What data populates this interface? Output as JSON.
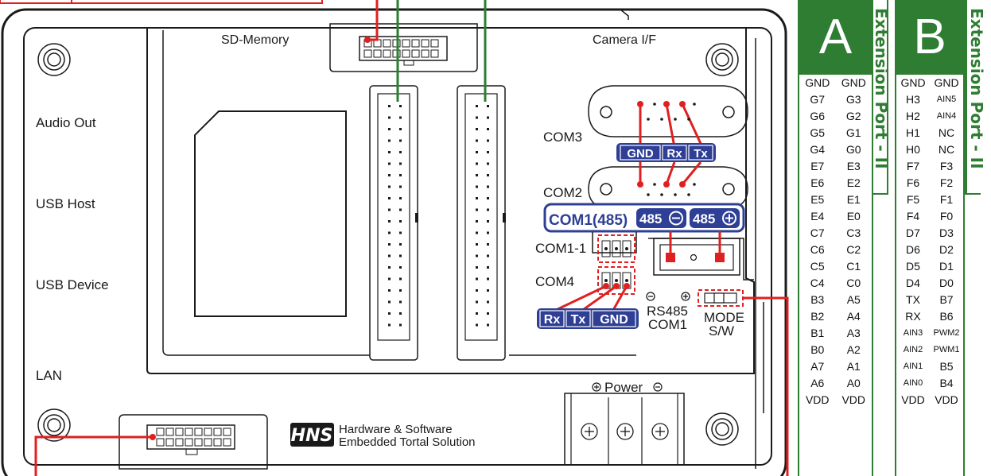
{
  "board": {
    "sd_memory": "SD-Memory",
    "camera_if": "Camera I/F",
    "audio_out": "Audio Out",
    "usb_host": "USB Host",
    "usb_device": "USB Device",
    "lan": "LAN",
    "com3": "COM3",
    "com2": "COM2",
    "com1_1": "COM1-1",
    "com4": "COM4",
    "com1_485": "COM1(485)",
    "pin_485_minus": "485",
    "pin_485_plus": "485",
    "gnd": "GND",
    "rx": "Rx",
    "tx": "Tx",
    "rs485": "RS485",
    "com1": "COM1",
    "mode": "MODE",
    "sw": "S/W",
    "power": "Power",
    "brand_logo": "HNS",
    "brand_line1": "Hardware & Software",
    "brand_line2": "Embedded Tortal Solution"
  },
  "ports": [
    {
      "letter": "A",
      "title": "Extension Port - II",
      "rows": [
        [
          "GND",
          "GND"
        ],
        [
          "G7",
          "G3"
        ],
        [
          "G6",
          "G2"
        ],
        [
          "G5",
          "G1"
        ],
        [
          "G4",
          "G0"
        ],
        [
          "E7",
          "E3"
        ],
        [
          "E6",
          "E2"
        ],
        [
          "E5",
          "E1"
        ],
        [
          "E4",
          "E0"
        ],
        [
          "C7",
          "C3"
        ],
        [
          "C6",
          "C2"
        ],
        [
          "C5",
          "C1"
        ],
        [
          "C4",
          "C0"
        ],
        [
          "B3",
          "A5"
        ],
        [
          "B2",
          "A4"
        ],
        [
          "B1",
          "A3"
        ],
        [
          "B0",
          "A2"
        ],
        [
          "A7",
          "A1"
        ],
        [
          "A6",
          "A0"
        ],
        [
          "VDD",
          "VDD"
        ]
      ]
    },
    {
      "letter": "B",
      "title": "Extension Port - II",
      "rows": [
        [
          "GND",
          "GND"
        ],
        [
          "H3",
          "AIN5"
        ],
        [
          "H2",
          "AIN4"
        ],
        [
          "H1",
          "NC"
        ],
        [
          "H0",
          "NC"
        ],
        [
          "F7",
          "F3"
        ],
        [
          "F6",
          "F2"
        ],
        [
          "F5",
          "F1"
        ],
        [
          "F4",
          "F0"
        ],
        [
          "D7",
          "D3"
        ],
        [
          "D6",
          "D2"
        ],
        [
          "D5",
          "D1"
        ],
        [
          "D4",
          "D0"
        ],
        [
          "TX",
          "B7"
        ],
        [
          "RX",
          "B6"
        ],
        [
          "AIN3",
          "PWM2"
        ],
        [
          "AIN2",
          "PWM1"
        ],
        [
          "AIN1",
          "B5"
        ],
        [
          "AIN0",
          "B4"
        ],
        [
          "VDD",
          "VDD"
        ]
      ]
    }
  ],
  "colors": {
    "green": "#2e7d32",
    "red": "#e02020",
    "blue": "#2e3f95"
  }
}
